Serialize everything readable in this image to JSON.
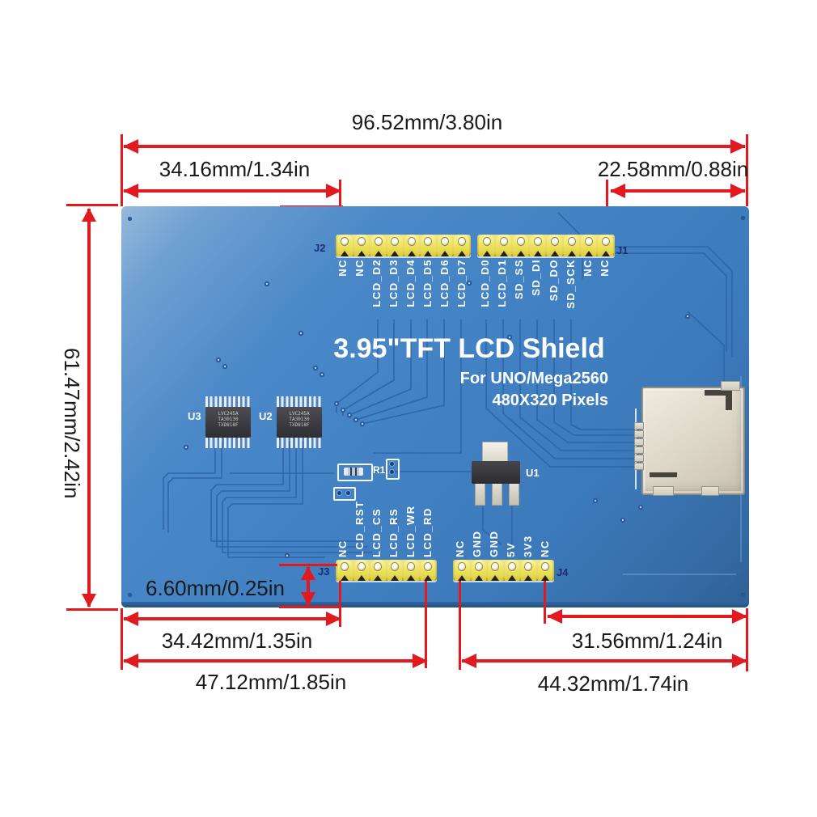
{
  "annotations": {
    "dims": {
      "top_full": "96.52mm/3.80in",
      "top_left": "34.16mm/1.34in",
      "top_right": "22.58mm/0.88in",
      "header_top_offset": "6.60mm/0.25in",
      "left_height": "61.47mm/2.42in",
      "header_bottom_offset": "6.60mm/0.25in",
      "bottom_left_inner": "34.42mm/1.35in",
      "bottom_left_outer": "47.12mm/1.85in",
      "bottom_right_inner": "31.56mm/1.24in",
      "bottom_right_outer": "44.32mm/1.74in"
    }
  },
  "board": {
    "title": "3.95\"TFT LCD Shield",
    "subtitle_line1": "For UNO/Mega2560",
    "subtitle_line2": "480X320 Pixels",
    "headers": {
      "j2": {
        "label": "J2",
        "pins": [
          "NC",
          "NC",
          "LCD_D2",
          "LCD_D3",
          "LCD_D4",
          "LCD_D5",
          "LCD_D6",
          "LCD_D7"
        ]
      },
      "j1": {
        "label": "J1",
        "pins": [
          "LCD_D0",
          "LCD_D1",
          "SD_SS",
          "SD_DI",
          "SD_DO",
          "SD_SCK",
          "NC",
          "NC"
        ]
      },
      "j3": {
        "label": "J3",
        "pins": [
          "NC",
          "LCD_RST",
          "LCD_CS",
          "LCD_RS",
          "LCD_WR",
          "LCD_RD"
        ]
      },
      "j4": {
        "label": "J4",
        "pins": [
          "NC",
          "GND",
          "GND",
          "5V",
          "3V3",
          "NC"
        ]
      }
    },
    "components": {
      "u3": {
        "label": "U3",
        "chip_text": [
          "LVC245A",
          "TA30130",
          "TXD818F"
        ]
      },
      "u2": {
        "label": "U2",
        "chip_text": [
          "LVC245A",
          "TA30130",
          "TXD818F"
        ]
      },
      "r1": {
        "label": "R1"
      },
      "u1": {
        "label": "U1"
      }
    }
  },
  "colors": {
    "dimension_red": "#e2191f",
    "board_blue": "#4181c3",
    "trace_blue": "#2b62a6",
    "header_yellow": "#ece25b",
    "silkscreen_white": "#ffffff",
    "designator_navy": "#1d2d72",
    "text_black": "#1a1a1a"
  }
}
